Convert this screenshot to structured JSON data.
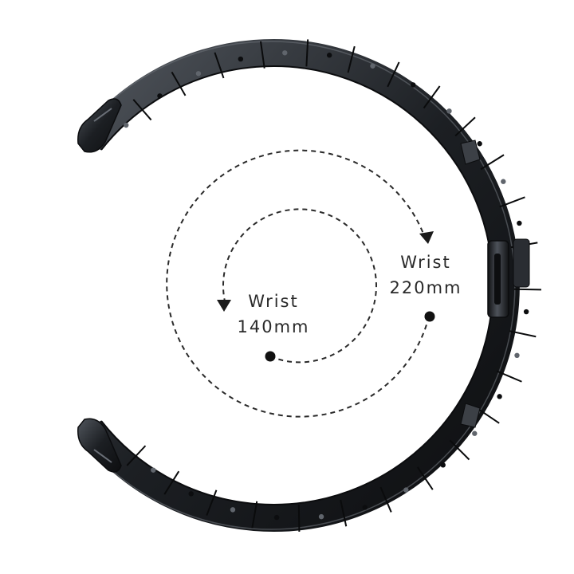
{
  "colors": {
    "band": "#1b1e22",
    "band_highlight": "#5b6068",
    "band_edge": "#0b0c0e",
    "dash": "#2a2a2a",
    "background": "#ffffff"
  },
  "sizes": [
    {
      "word": "Wrist",
      "value": "140mm"
    },
    {
      "word": "Wrist",
      "value": "220mm"
    }
  ]
}
